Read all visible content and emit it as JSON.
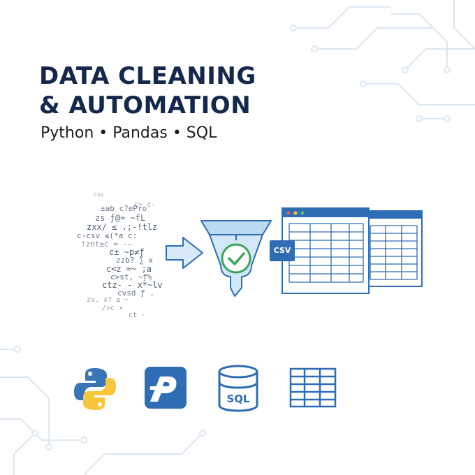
{
  "title": {
    "line1": "DATA CLEANING",
    "line2": "& AUTOMATION"
  },
  "subtitle": "Python • Pandas • SQL",
  "illustration": {
    "badge": "CSV",
    "noise_fragments": [
      "csv",
      "c>  ¢-",
      "±ab  c?ePro",
      "zs ƒ@≈  ~fL",
      "zxx/ ≤ .;-!tlz",
      "c-csv  ≤(*a  c:",
      "!znt≥c  ≈  -~",
      "c±  ~p≠ƒ",
      "zzb?  ∑  x",
      "c<z  ≈~   ;a",
      "c>st,  ~ƒ%",
      "ctz- -  x*~lv",
      "cvsd  ƒ  .",
      "zv,  x?  ≤ ~",
      "/>c   x",
      "ct  -"
    ]
  },
  "tool_icons": {
    "python": "python-logo-icon",
    "pandas": "pandas-logo-icon",
    "sql": "SQL",
    "spreadsheet": "spreadsheet-icon"
  },
  "colors": {
    "title": "#14284b",
    "accent_blue": "#2e6db4",
    "funnel_fill": "#d3e7f8",
    "check_green": "#3aa55b",
    "circuit": "#dde7f1"
  }
}
